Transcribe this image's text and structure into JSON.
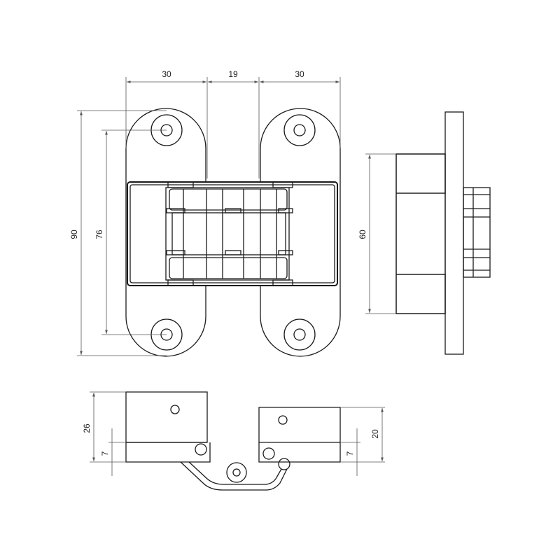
{
  "drawing": {
    "front_view": {
      "dims_top": [
        "30",
        "19",
        "30"
      ],
      "dim_height_total": "90",
      "dim_hole_spacing": "76"
    },
    "side_view": {
      "dim_height": "60"
    },
    "bottom_view": {
      "dim_left_total": "26",
      "dim_left_offset": "7",
      "dim_right_total": "20",
      "dim_right_offset": "7"
    }
  }
}
